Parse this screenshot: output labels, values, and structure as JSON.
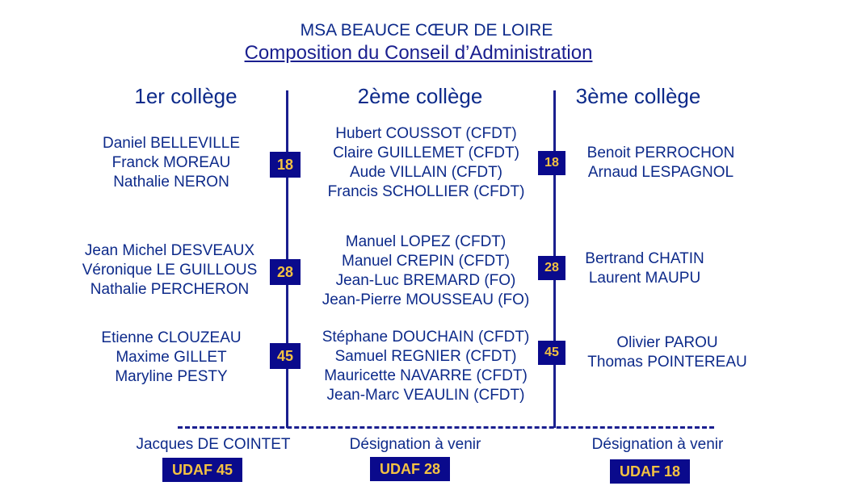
{
  "header": {
    "organization": "MSA BEAUCE CŒUR DE LOIRE",
    "title": "Composition du Conseil d’Administration"
  },
  "colleges": [
    {
      "heading": "1er collège",
      "groups": [
        {
          "badge": "18",
          "members": [
            "Daniel BELLEVILLE",
            "Franck MOREAU",
            "Nathalie NERON"
          ]
        },
        {
          "badge": "28",
          "members": [
            "Jean Michel DESVEAUX",
            "Véronique LE GUILLOUS",
            "Nathalie PERCHERON"
          ]
        },
        {
          "badge": "45",
          "members": [
            "Etienne CLOUZEAU",
            "Maxime GILLET",
            "Maryline PESTY"
          ]
        }
      ]
    },
    {
      "heading": "2ème collège",
      "groups": [
        {
          "members": [
            "Hubert COUSSOT (CFDT)",
            "Claire GUILLEMET (CFDT)",
            "Aude VILLAIN (CFDT)",
            "Francis SCHOLLIER (CFDT)"
          ]
        },
        {
          "members": [
            "Manuel LOPEZ (CFDT)",
            "Manuel CREPIN (CFDT)",
            "Jean-Luc BREMARD (FO)",
            "Jean-Pierre MOUSSEAU (FO)"
          ]
        },
        {
          "members": [
            "Stéphane DOUCHAIN (CFDT)",
            "Samuel REGNIER (CFDT)",
            "Mauricette NAVARRE (CFDT)",
            "Jean-Marc VEAULIN (CFDT)"
          ]
        }
      ]
    },
    {
      "heading": "3ème collège",
      "groups": [
        {
          "badge": "18",
          "members": [
            "Benoit PERROCHON",
            "Arnaud LESPAGNOL"
          ]
        },
        {
          "badge": "28",
          "members": [
            "Bertrand CHATIN",
            "Laurent MAUPU"
          ]
        },
        {
          "badge": "45",
          "members": [
            "Olivier PAROU",
            "Thomas POINTEREAU"
          ]
        }
      ]
    }
  ],
  "udaf": [
    {
      "name": "Jacques DE COINTET",
      "label": "UDAF",
      "number": "45"
    },
    {
      "name": "Désignation à venir",
      "label": "UDAF",
      "number": "28"
    },
    {
      "name": "Désignation à venir",
      "label": "UDAF",
      "number": "18"
    }
  ],
  "colors": {
    "text": "#0d2a8a",
    "badge_background": "#0a0a8c",
    "badge_text": "#f4c242"
  }
}
